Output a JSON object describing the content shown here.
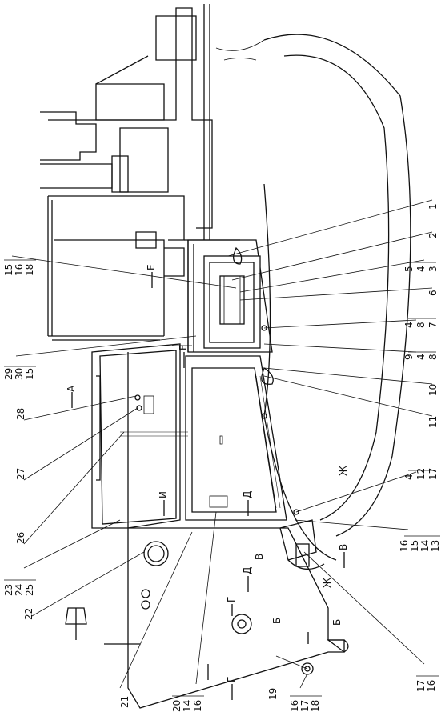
{
  "callouts": [
    {
      "id": "c1",
      "text": "1"
    },
    {
      "id": "c2",
      "text": "2"
    },
    {
      "id": "c3",
      "text": "3"
    },
    {
      "id": "c3b",
      "text": "4"
    },
    {
      "id": "c3c",
      "text": "5"
    },
    {
      "id": "c6",
      "text": "6"
    },
    {
      "id": "c7",
      "text": "7"
    },
    {
      "id": "c7b",
      "text": "8"
    },
    {
      "id": "c7c",
      "text": "4"
    },
    {
      "id": "c8",
      "text": "8"
    },
    {
      "id": "c8b",
      "text": "4"
    },
    {
      "id": "c8c",
      "text": "9"
    },
    {
      "id": "c10",
      "text": "10"
    },
    {
      "id": "c11",
      "text": "11"
    },
    {
      "id": "c17",
      "text": "17"
    },
    {
      "id": "c17b",
      "text": "12"
    },
    {
      "id": "c17c",
      "text": "4"
    },
    {
      "id": "c13",
      "text": "13"
    },
    {
      "id": "c13b",
      "text": "14"
    },
    {
      "id": "c13c",
      "text": "15"
    },
    {
      "id": "c13d",
      "text": "16"
    },
    {
      "id": "c15",
      "text": "15"
    },
    {
      "id": "c15b",
      "text": "16"
    },
    {
      "id": "c15c",
      "text": "18"
    },
    {
      "id": "c29",
      "text": "29"
    },
    {
      "id": "c29b",
      "text": "30"
    },
    {
      "id": "c29c",
      "text": "15"
    },
    {
      "id": "c28",
      "text": "28"
    },
    {
      "id": "c27",
      "text": "27"
    },
    {
      "id": "c26",
      "text": "26"
    },
    {
      "id": "c23",
      "text": "23"
    },
    {
      "id": "c23b",
      "text": "24"
    },
    {
      "id": "c23c",
      "text": "25"
    },
    {
      "id": "c22",
      "text": "22"
    },
    {
      "id": "c21",
      "text": "21"
    },
    {
      "id": "c20",
      "text": "20"
    },
    {
      "id": "c20b",
      "text": "14"
    },
    {
      "id": "c20c",
      "text": "16"
    },
    {
      "id": "c19",
      "text": "19"
    },
    {
      "id": "c16",
      "text": "16"
    },
    {
      "id": "c16b",
      "text": "17"
    },
    {
      "id": "c16c",
      "text": "18"
    },
    {
      "id": "c1716",
      "text": "17"
    },
    {
      "id": "c1716b",
      "text": "16"
    }
  ],
  "view_marks": [
    {
      "id": "vA",
      "text": "А"
    },
    {
      "id": "vE",
      "text": "Е"
    },
    {
      "id": "vE1",
      "text": "Е"
    },
    {
      "id": "vI",
      "text": "И"
    },
    {
      "id": "vD",
      "text": "Д"
    },
    {
      "id": "vD1",
      "text": "Д"
    },
    {
      "id": "vZh",
      "text": "Ж"
    },
    {
      "id": "vZh2",
      "text": "Ж"
    },
    {
      "id": "vV",
      "text": "В"
    },
    {
      "id": "vV2",
      "text": "В"
    },
    {
      "id": "vG",
      "text": "Г"
    },
    {
      "id": "vG2",
      "text": "Г"
    },
    {
      "id": "vB",
      "text": "Б"
    },
    {
      "id": "vB2",
      "text": "Б"
    }
  ]
}
